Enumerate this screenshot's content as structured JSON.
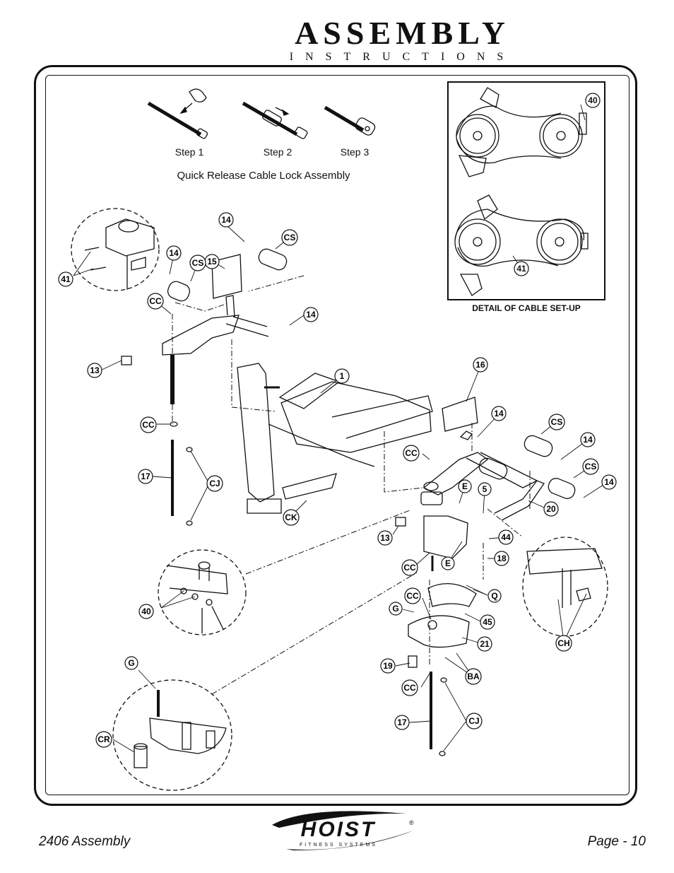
{
  "header": {
    "title": "ASSEMBLY",
    "subtitle": "INSTRUCTIONS"
  },
  "quick_release": {
    "steps": [
      "Step 1",
      "Step 2",
      "Step 3"
    ],
    "caption": "Quick Release Cable Lock Assembly"
  },
  "detail": {
    "caption": "DETAIL OF CABLE SET-UP",
    "labels": [
      "40",
      "41"
    ]
  },
  "callouts": {
    "c41": "41",
    "c14a": "14",
    "c15": "15",
    "c14b": "14",
    "cCSa": "CS",
    "cCSb": "CS",
    "cCCa": "CC",
    "c14c": "14",
    "c13a": "13",
    "c1": "1",
    "cCCb": "CC",
    "c17a": "17",
    "cCJa": "CJ",
    "cCK": "CK",
    "c16": "16",
    "c14d": "14",
    "cCSc": "CS",
    "c14e": "14",
    "cCSd": "CS",
    "c14f": "14",
    "cCCc": "CC",
    "cE1": "E",
    "c5": "5",
    "c20": "20",
    "c13b": "13",
    "c44": "44",
    "c18": "18",
    "cE2": "E",
    "cCCd": "CC",
    "cQ": "Q",
    "cCCe": "CC",
    "cG1": "G",
    "c45": "45",
    "c21": "21",
    "c40": "40",
    "cCH": "CH",
    "cG2": "G",
    "c19": "19",
    "cBA": "BA",
    "cCCf": "CC",
    "cCR": "CR",
    "c17b": "17",
    "cCJb": "CJ"
  },
  "footer": {
    "left": "2406 Assembly",
    "right": "Page - 10",
    "logo_text": "HOIST",
    "logo_sub": "FITNESS SYSTEMS",
    "logo_mark": "®"
  }
}
